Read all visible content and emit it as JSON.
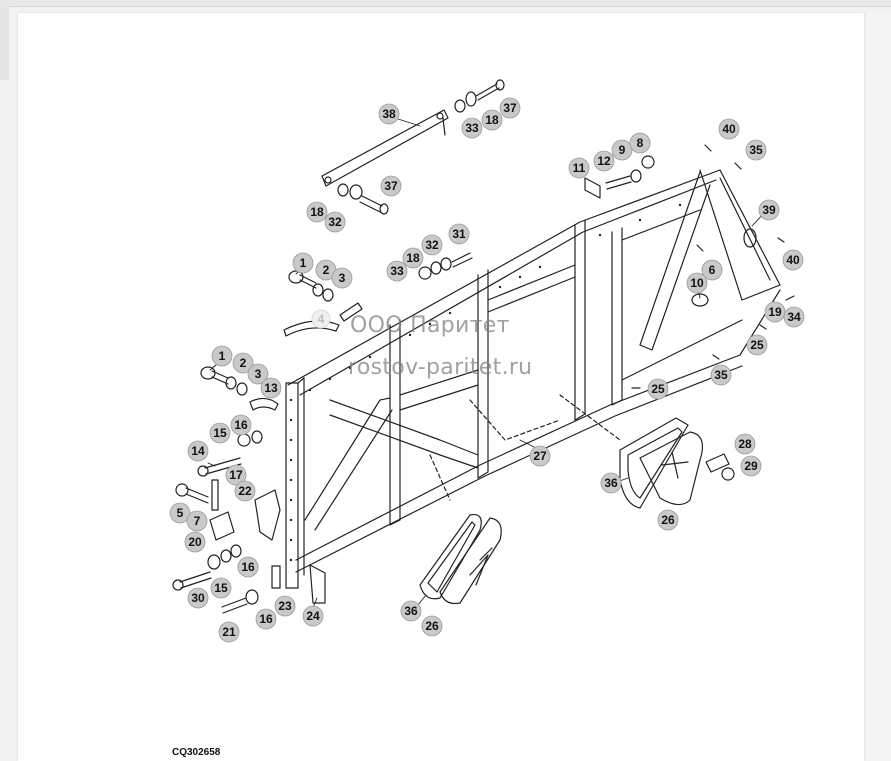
{
  "figure": {
    "code": "CQ302658",
    "watermark_line1": "ООО Паритет",
    "watermark_line2": "rostov-paritet.ru"
  },
  "callouts": [
    {
      "id": "c38",
      "label": "38"
    },
    {
      "id": "c33a",
      "label": "33"
    },
    {
      "id": "c18a",
      "label": "18"
    },
    {
      "id": "c37a",
      "label": "37"
    },
    {
      "id": "c18b",
      "label": "18"
    },
    {
      "id": "c32a",
      "label": "32"
    },
    {
      "id": "c37b",
      "label": "37"
    },
    {
      "id": "c11",
      "label": "11"
    },
    {
      "id": "c12",
      "label": "12"
    },
    {
      "id": "c9",
      "label": "9"
    },
    {
      "id": "c8",
      "label": "8"
    },
    {
      "id": "c40a",
      "label": "40"
    },
    {
      "id": "c35a",
      "label": "35"
    },
    {
      "id": "c39",
      "label": "39"
    },
    {
      "id": "c40b",
      "label": "40"
    },
    {
      "id": "c6",
      "label": "6"
    },
    {
      "id": "c10",
      "label": "10"
    },
    {
      "id": "c19",
      "label": "19"
    },
    {
      "id": "c34",
      "label": "34"
    },
    {
      "id": "c25a",
      "label": "25"
    },
    {
      "id": "c35b",
      "label": "35"
    },
    {
      "id": "c25b",
      "label": "25"
    },
    {
      "id": "c31",
      "label": "31"
    },
    {
      "id": "c32b",
      "label": "32"
    },
    {
      "id": "c18c",
      "label": "18"
    },
    {
      "id": "c33b",
      "label": "33"
    },
    {
      "id": "c1a",
      "label": "1"
    },
    {
      "id": "c2a",
      "label": "2"
    },
    {
      "id": "c3a",
      "label": "3"
    },
    {
      "id": "c4",
      "label": "4"
    },
    {
      "id": "c1b",
      "label": "1"
    },
    {
      "id": "c2b",
      "label": "2"
    },
    {
      "id": "c3b",
      "label": "3"
    },
    {
      "id": "c13",
      "label": "13"
    },
    {
      "id": "c15a",
      "label": "15"
    },
    {
      "id": "c16a",
      "label": "16"
    },
    {
      "id": "c14",
      "label": "14"
    },
    {
      "id": "c17",
      "label": "17"
    },
    {
      "id": "c22",
      "label": "22"
    },
    {
      "id": "c5",
      "label": "5"
    },
    {
      "id": "c7",
      "label": "7"
    },
    {
      "id": "c20",
      "label": "20"
    },
    {
      "id": "c16b",
      "label": "16"
    },
    {
      "id": "c15b",
      "label": "15"
    },
    {
      "id": "c30",
      "label": "30"
    },
    {
      "id": "c23",
      "label": "23"
    },
    {
      "id": "c16c",
      "label": "16"
    },
    {
      "id": "c21",
      "label": "21"
    },
    {
      "id": "c24",
      "label": "24"
    },
    {
      "id": "c27",
      "label": "27"
    },
    {
      "id": "c36a",
      "label": "36"
    },
    {
      "id": "c26a",
      "label": "26"
    },
    {
      "id": "c28",
      "label": "28"
    },
    {
      "id": "c29",
      "label": "29"
    },
    {
      "id": "c36b",
      "label": "36"
    },
    {
      "id": "c26b",
      "label": "26"
    }
  ]
}
